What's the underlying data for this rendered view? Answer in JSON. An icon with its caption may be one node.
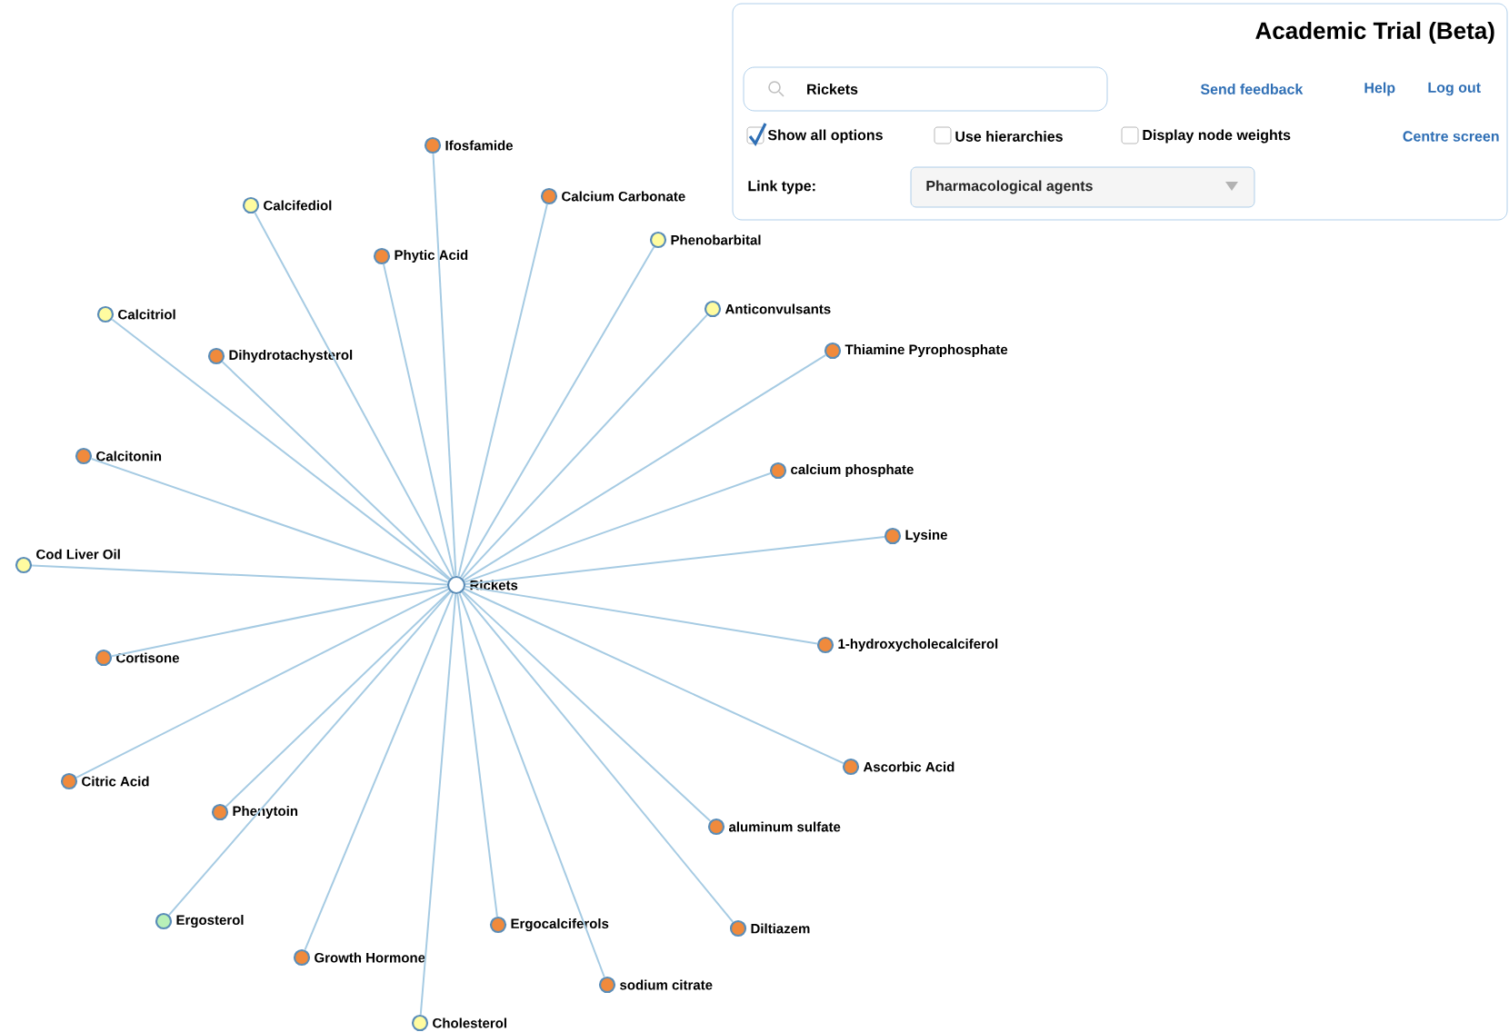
{
  "diagram": {
    "title": "Academic Trial (Beta)",
    "nodes": [
      {
        "text": [
          "Rickets"
        ]
      },
      {
        "text": [
          "Ifosfamide"
        ]
      },
      {
        "text": [
          "Calcifediol"
        ]
      },
      {
        "text": [
          "Calcium Carbonate"
        ]
      },
      {
        "text": [
          "Phytic Acid"
        ]
      },
      {
        "text": [
          "Phenobarbital"
        ]
      },
      {
        "text": [
          "Calcitriol"
        ]
      },
      {
        "text": [
          "Anticonvulsants"
        ]
      },
      {
        "text": [
          "Dihydrotachysterol"
        ]
      },
      {
        "text": [
          "Thiamine Pyrophosphate"
        ]
      },
      {
        "text": [
          "Calcitonin"
        ]
      },
      {
        "text": [
          "calcium phosphate"
        ]
      },
      {
        "text": [
          "Lysine"
        ]
      },
      {
        "text": [
          "Cod Liver Oil"
        ]
      },
      {
        "text": [
          "Cortisone"
        ]
      },
      {
        "text": [
          "1-hydroxycholecalciferol"
        ]
      },
      {
        "text": [
          "Ascorbic Acid"
        ]
      },
      {
        "text": [
          "Citric Acid"
        ]
      },
      {
        "text": [
          "Phenytoin"
        ]
      },
      {
        "text": [
          "aluminum sulfate"
        ]
      },
      {
        "text": [
          "Ergosterol"
        ]
      },
      {
        "text": [
          "Ergocalciferols"
        ]
      },
      {
        "text": [
          "Diltiazem"
        ]
      },
      {
        "text": [
          "Growth Hormone"
        ]
      },
      {
        "text": [
          "sodium citrate"
        ]
      },
      {
        "text": [
          "Cholesterol"
        ]
      }
    ],
    "edges": [
      {
        "from": 0,
        "to": 1,
        "arrow": "none"
      },
      {
        "from": 0,
        "to": 2,
        "arrow": "none"
      },
      {
        "from": 0,
        "to": 3,
        "arrow": "none"
      },
      {
        "from": 0,
        "to": 4,
        "arrow": "none"
      },
      {
        "from": 0,
        "to": 5,
        "arrow": "none"
      },
      {
        "from": 0,
        "to": 6,
        "arrow": "none"
      },
      {
        "from": 0,
        "to": 7,
        "arrow": "none"
      },
      {
        "from": 0,
        "to": 8,
        "arrow": "none"
      },
      {
        "from": 0,
        "to": 9,
        "arrow": "none"
      },
      {
        "from": 0,
        "to": 10,
        "arrow": "none"
      },
      {
        "from": 0,
        "to": 11,
        "arrow": "none"
      },
      {
        "from": 0,
        "to": 12,
        "arrow": "none"
      },
      {
        "from": 0,
        "to": 13,
        "arrow": "none"
      },
      {
        "from": 0,
        "to": 14,
        "arrow": "none"
      },
      {
        "from": 0,
        "to": 15,
        "arrow": "none"
      },
      {
        "from": 0,
        "to": 16,
        "arrow": "none"
      },
      {
        "from": 0,
        "to": 17,
        "arrow": "none"
      },
      {
        "from": 0,
        "to": 18,
        "arrow": "none"
      },
      {
        "from": 0,
        "to": 19,
        "arrow": "none"
      },
      {
        "from": 0,
        "to": 20,
        "arrow": "none"
      },
      {
        "from": 0,
        "to": 21,
        "arrow": "none"
      },
      {
        "from": 0,
        "to": 22,
        "arrow": "none"
      },
      {
        "from": 0,
        "to": 23,
        "arrow": "none"
      },
      {
        "from": 0,
        "to": 24,
        "arrow": "none"
      },
      {
        "from": 0,
        "to": 25,
        "arrow": "none"
      }
    ],
    "labels": [
      "Rickets",
      "Send feedback",
      "Help",
      "Log out",
      "Show all options",
      "Use hierarchies",
      "Display node weights",
      "Centre screen",
      "Link type:",
      "Pharmacological agents"
    ]
  }
}
